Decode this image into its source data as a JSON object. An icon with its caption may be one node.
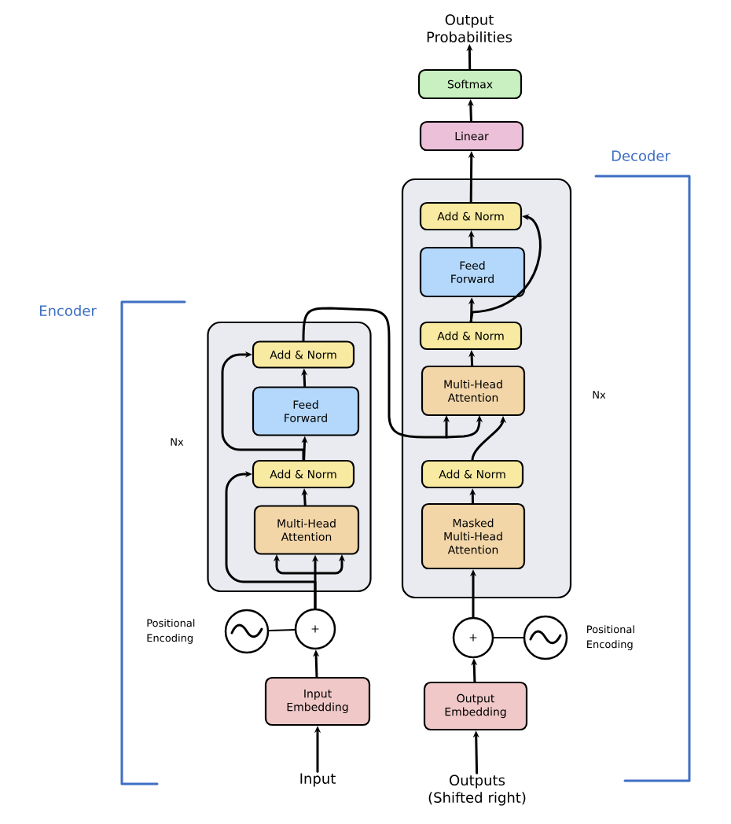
{
  "diagram": {
    "nodes": [
      {
        "text": [
          "Output Probabilities"
        ]
      },
      {
        "text": [
          "Softmax"
        ]
      },
      {
        "text": [
          "Linear"
        ]
      },
      {
        "text": [],
        "shape": "box"
      },
      {
        "text": [
          "Add & Norm"
        ],
        "in": 3
      },
      {
        "text": [
          "Feed Forward"
        ],
        "in": 3
      },
      {
        "text": [
          "Add & Norm"
        ],
        "in": 3
      },
      {
        "text": [
          "Multi-Head Attention"
        ],
        "in": 3
      },
      {
        "text": [
          "Add & Norm"
        ],
        "in": 3
      },
      {
        "text": [
          "Masked Multi-Head Attention"
        ],
        "in": 3
      },
      {
        "text": [],
        "shape": "box"
      },
      {
        "text": [
          "Add & Norm"
        ],
        "in": 10
      },
      {
        "text": [
          "Feed Forward"
        ],
        "in": 10
      },
      {
        "text": [
          "Add & Norm"
        ],
        "in": 10
      },
      {
        "text": [
          "Multi-Head Attention"
        ],
        "in": 10
      },
      {
        "text": [
          "+"
        ]
      },
      {
        "text": [],
        "shape": "circle",
        "beside": [
          "Positional Encoding"
        ]
      },
      {
        "text": [
          "Input Embedding"
        ]
      },
      {
        "text": [
          "Input"
        ]
      },
      {
        "text": [
          "+"
        ]
      },
      {
        "text": [],
        "shape": "circle",
        "beside": [
          "Positional Encoding"
        ]
      },
      {
        "text": [
          "Output Embedding"
        ]
      },
      {
        "text": [
          "Outputs (Shifted right)"
        ]
      }
    ],
    "edges": [
      {
        "from": 22,
        "to": 21,
        "arrow": "to"
      },
      {
        "from": 21,
        "to": 19,
        "arrow": "to"
      },
      {
        "from": 20,
        "to": 19,
        "arrow": "none"
      },
      {
        "from": 19,
        "to": 9,
        "arrow": "to"
      },
      {
        "from": 9,
        "to": 8,
        "arrow": "to"
      },
      {
        "from": 8,
        "to": 7,
        "arrow": "to"
      },
      {
        "from": 11,
        "to": 7,
        "arrow": "to"
      },
      {
        "from": 7,
        "to": 6,
        "arrow": "to"
      },
      {
        "from": 6,
        "to": 5,
        "arrow": "to"
      },
      {
        "from": 6,
        "to": 4,
        "arrow": "to"
      },
      {
        "from": 5,
        "to": 4,
        "arrow": "to"
      },
      {
        "from": 4,
        "to": 2,
        "arrow": "to"
      },
      {
        "from": 2,
        "to": 1,
        "arrow": "to"
      },
      {
        "from": 1,
        "to": 0,
        "arrow": "to"
      },
      {
        "from": 18,
        "to": 17,
        "arrow": "to"
      },
      {
        "from": 17,
        "to": 15,
        "arrow": "to"
      },
      {
        "from": 16,
        "to": 15,
        "arrow": "none"
      },
      {
        "from": 15,
        "to": 14,
        "arrow": "to"
      },
      {
        "from": 15,
        "to": 13,
        "arrow": "to"
      },
      {
        "from": 14,
        "to": 13,
        "arrow": "to"
      },
      {
        "from": 13,
        "to": 12,
        "arrow": "to"
      },
      {
        "from": 13,
        "to": 11,
        "arrow": "to"
      },
      {
        "from": 12,
        "to": 11,
        "arrow": "to"
      }
    ],
    "labels": [
      "Decoder",
      "Encoder",
      "Nx",
      "Nx"
    ]
  }
}
